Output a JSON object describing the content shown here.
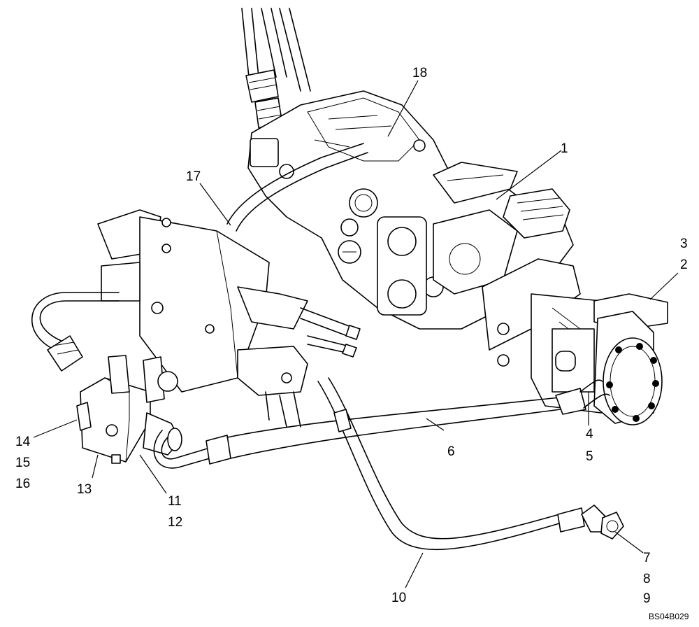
{
  "diagram": {
    "callouts": [
      {
        "id": "c1",
        "text": "1"
      },
      {
        "id": "c2",
        "text": "2"
      },
      {
        "id": "c3",
        "text": "3"
      },
      {
        "id": "c4",
        "text": "4"
      },
      {
        "id": "c5",
        "text": "5"
      },
      {
        "id": "c6",
        "text": "6"
      },
      {
        "id": "c7",
        "text": "7"
      },
      {
        "id": "c8",
        "text": "8"
      },
      {
        "id": "c9",
        "text": "9"
      },
      {
        "id": "c10",
        "text": "10"
      },
      {
        "id": "c11",
        "text": "11"
      },
      {
        "id": "c12",
        "text": "12"
      },
      {
        "id": "c13",
        "text": "13"
      },
      {
        "id": "c14",
        "text": "14"
      },
      {
        "id": "c15",
        "text": "15"
      },
      {
        "id": "c16",
        "text": "16"
      },
      {
        "id": "c17",
        "text": "17"
      },
      {
        "id": "c18",
        "text": "18"
      }
    ],
    "figure_code": "BS04B029"
  }
}
